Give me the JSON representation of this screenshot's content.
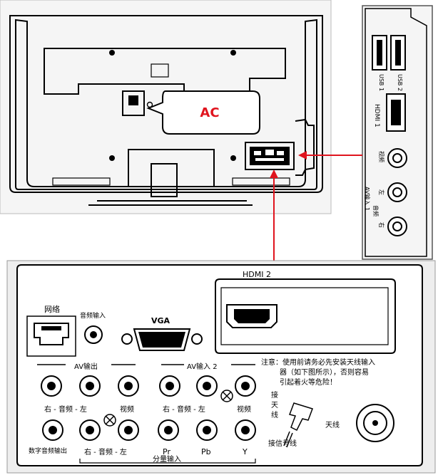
{
  "labels": {
    "ac": "AC",
    "hdmi2": "HDMI 2",
    "network": "网络",
    "audio_in": "音频输入",
    "vga": "VGA",
    "av_out": "AV输出",
    "av_in2": "AV输入 2",
    "right_audio_left_1": "右 - 音频 - 左",
    "video_1": "视频",
    "right_audio_left_2": "右 - 音频 - 左",
    "video_2": "视频",
    "digital_audio_out": "数字音频输出",
    "right_audio_left_3": "右 - 音频 - 左",
    "pr": "Pr",
    "pb": "Pb",
    "y": "Y",
    "component_in": "分量输入",
    "notice_line1": "注意：使用前请务必先安装天线输入",
    "notice_line2": "器（如下图所示），否则容易",
    "notice_line3": "引起着火等危险！",
    "antenna_connect_1": "接",
    "antenna_connect_2": "天",
    "antenna_connect_3": "线",
    "antenna": "天线",
    "signal_cable": "接信号线",
    "usb1": "USB 1",
    "usb2": "USB 2",
    "hdmi1": "HDMI 1",
    "side_video": "视频",
    "side_av_in1": "AV输入 1",
    "side_left": "左",
    "side_audio": "音频",
    "side_right": "右"
  },
  "colors": {
    "arrow": "#e0141e",
    "ac_text": "#e0141e",
    "line": "#000000",
    "background": "#ffffff",
    "bg_gray": "#eeeeee"
  }
}
